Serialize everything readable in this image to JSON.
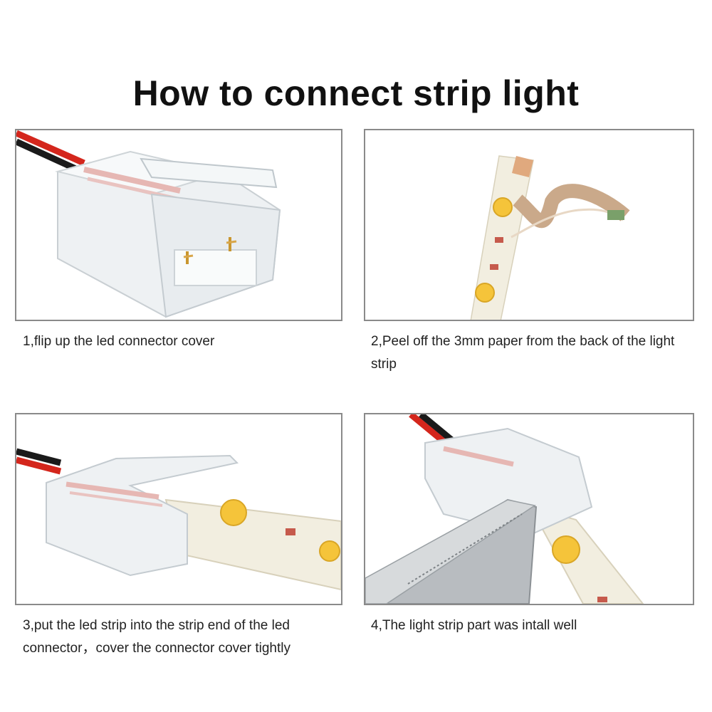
{
  "title": "How to connect strip light",
  "steps": [
    {
      "caption": "1,flip up the led connector cover",
      "image": "connector-cover-open-photo"
    },
    {
      "caption": "2,Peel off the 3mm paper from the back of the light strip",
      "image": "strip-peel-backing-photo"
    },
    {
      "caption": "3,put the led strip into the strip end of the led connector，cover the connector cover tightly",
      "image": "strip-inserted-connector-photo"
    },
    {
      "caption": "4,The light strip part was intall well",
      "image": "pliers-press-connector-photo"
    }
  ],
  "colors": {
    "wire_red": "#d4261c",
    "wire_black": "#1a1a1a",
    "strip": "#f2eee0",
    "led": "#f5c43a",
    "border": "#8a8a8a"
  }
}
